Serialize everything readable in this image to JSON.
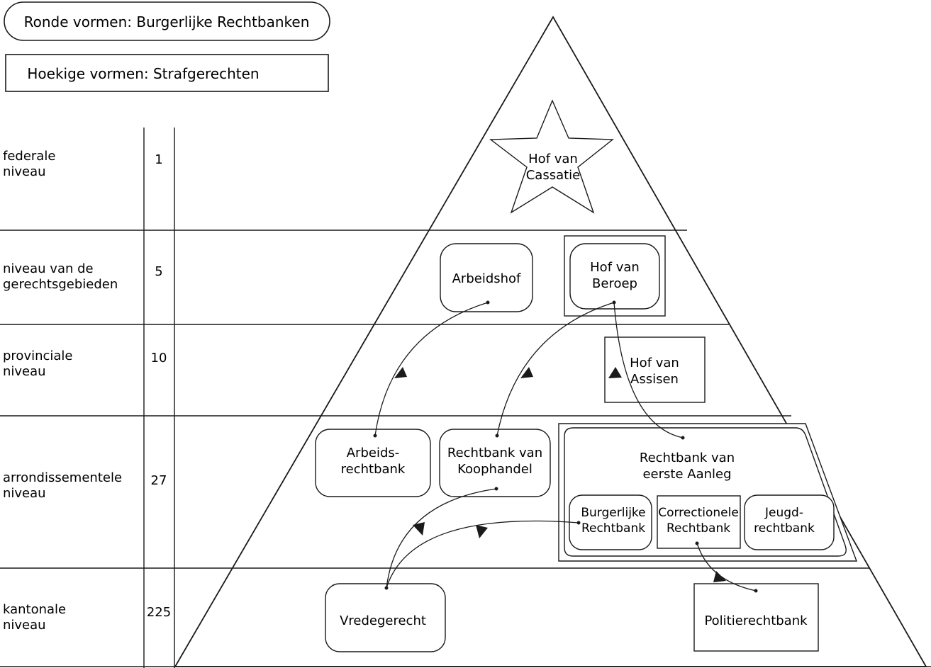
{
  "legend": {
    "round": "Ronde vormen: Burgerlijke Rechtbanken",
    "angular": "Hoekige vormen: Strafgerechten"
  },
  "levels": [
    {
      "line1": "federale",
      "line2": "niveau",
      "count": "1"
    },
    {
      "line1": "niveau van de",
      "line2": "gerechtsgebieden",
      "count": "5"
    },
    {
      "line1": "provinciale",
      "line2": "niveau",
      "count": "10"
    },
    {
      "line1": "arrondissementele",
      "line2": "niveau",
      "count": "27"
    },
    {
      "line1": "kantonale",
      "line2": "niveau",
      "count": "225"
    }
  ],
  "courts": {
    "cassatie": [
      "Hof van",
      "Cassatie"
    ],
    "arbeidshof": [
      "Arbeidshof"
    ],
    "hof_beroep": [
      "Hof van",
      "Beroep"
    ],
    "hof_assisen": [
      "Hof van",
      "Assisen"
    ],
    "arbeidsrechtbank": [
      "Arbeids-",
      "rechtbank"
    ],
    "koophandel": [
      "Rechtbank van",
      "Koophandel"
    ],
    "eerste_aanleg": [
      "Rechtbank van",
      "eerste Aanleg"
    ],
    "burgerlijke": [
      "Burgerlijke",
      "Rechtbank"
    ],
    "correctionele": [
      "Correctionele",
      "Rechtbank"
    ],
    "jeugd": [
      "Jeugd-",
      "rechtbank"
    ],
    "vredegerecht": [
      "Vredegerecht"
    ],
    "politierechtbank": [
      "Politierechtbank"
    ]
  },
  "colors": {
    "stroke": "#1a1a1a",
    "background": "#ffffff"
  }
}
